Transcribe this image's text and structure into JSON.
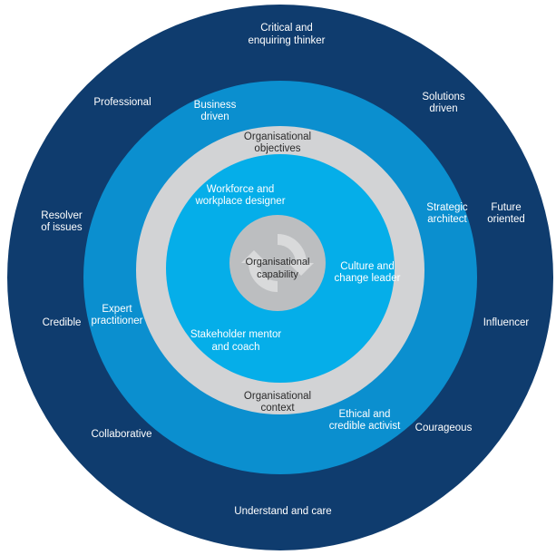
{
  "diagram": {
    "colors": {
      "outer_ring": "#0f3c6e",
      "middle_ring": "#0b8fcf",
      "grey_ring": "#d2d3d5",
      "inner_disc": "#05aee9",
      "center_disc": "#bcbec0",
      "center_icon": "#d9dadb"
    },
    "center": {
      "line1": "Organisational",
      "line2": "capability",
      "icon": "circular-arrows-icon"
    },
    "grey_ring": {
      "top_line1": "Organisational",
      "top_line2": "objectives",
      "bottom_line1": "Organisational",
      "bottom_line2": "context"
    },
    "inner_ring": {
      "workforce_line1": "Workforce and",
      "workforce_line2": "workplace designer",
      "culture_line1": "Culture and",
      "culture_line2": "change leader",
      "stakeholder_line1": "Stakeholder mentor",
      "stakeholder_line2": "and coach"
    },
    "middle_ring": {
      "business_line1": "Business",
      "business_line2": "driven",
      "strategic_line1": "Strategic",
      "strategic_line2": "architect",
      "expert_line1": "Expert",
      "expert_line2": "practitioner",
      "ethical_line1": "Ethical and",
      "ethical_line2": "credible activist"
    },
    "outer_ring": {
      "critical_line1": "Critical and",
      "critical_line2": "enquiring thinker",
      "professional": "Professional",
      "solutions_line1": "Solutions",
      "solutions_line2": "driven",
      "resolver_line1": "Resolver",
      "resolver_line2": "of issues",
      "future_line1": "Future",
      "future_line2": "oriented",
      "credible": "Credible",
      "influencer": "Influencer",
      "collaborative": "Collaborative",
      "courageous": "Courageous",
      "understand": "Understand and care"
    }
  }
}
